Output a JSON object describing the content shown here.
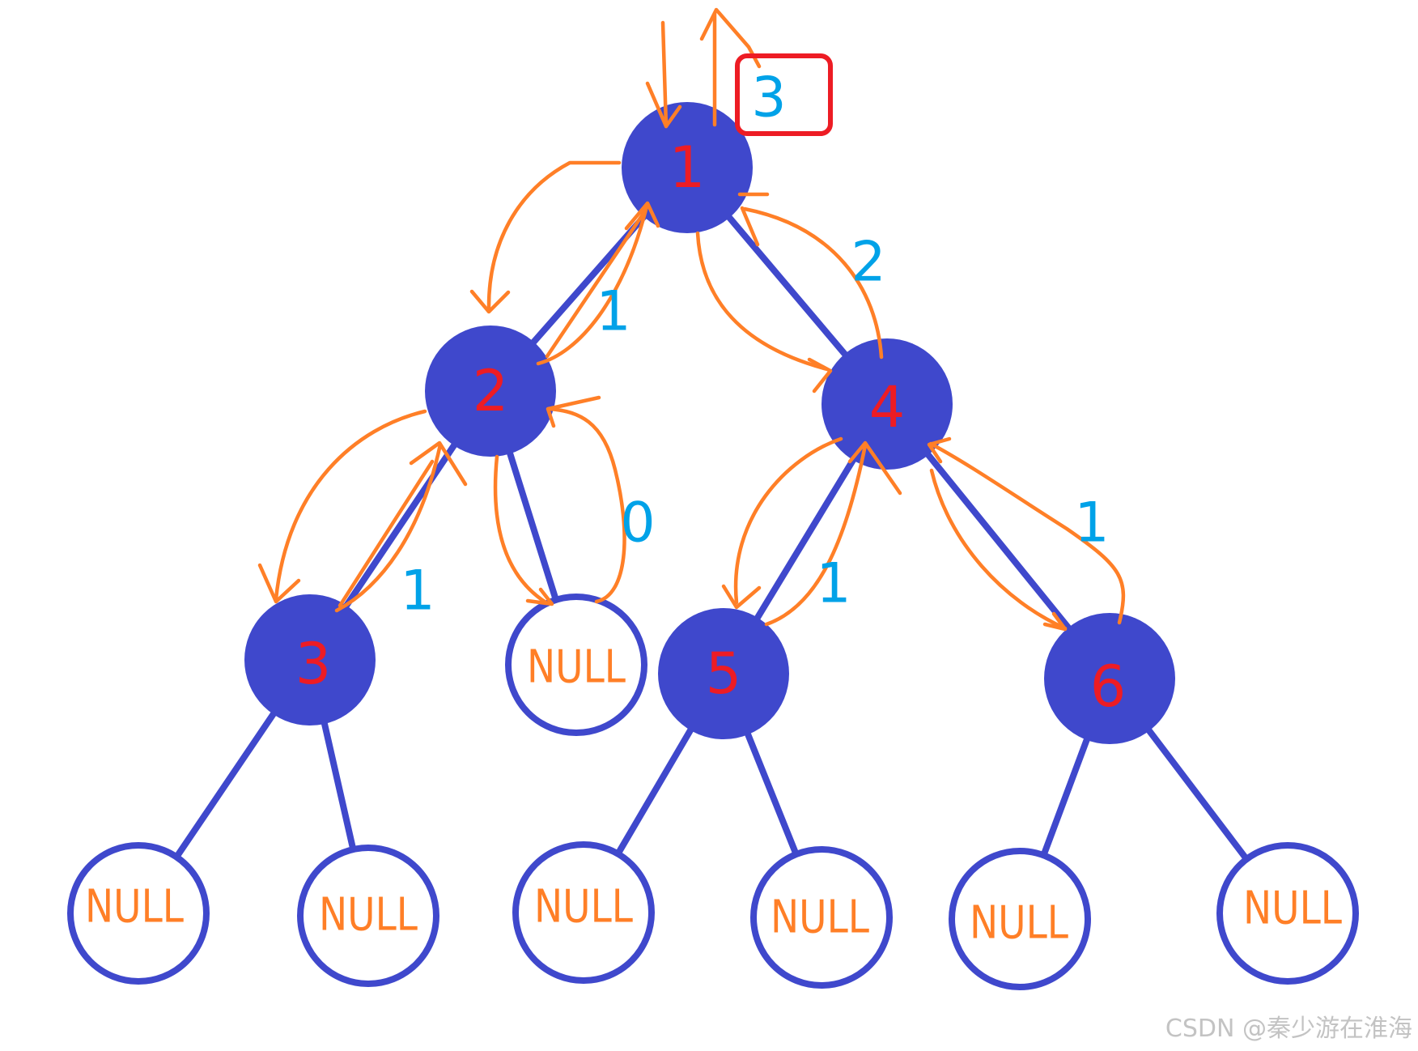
{
  "tree": {
    "nodes": {
      "n1": "1",
      "n2": "2",
      "n3": "3",
      "n4": "4",
      "n5": "5",
      "n6": "6"
    },
    "null_leaves": [
      "NULL",
      "NULL",
      "NULL",
      "NULL",
      "NULL",
      "NULL",
      "NULL"
    ],
    "return_values": {
      "n2_to_n1": "1",
      "n4_to_n1": "2",
      "n3_to_n2": "1",
      "null_to_n2": "0",
      "n5_to_n4": "1",
      "n6_to_n4": "1"
    },
    "root_result": "3"
  },
  "watermark": "CSDN @秦少游在淮海",
  "colors": {
    "node_fill": "#3f48cc",
    "edge": "#3f48cc",
    "node_label": "#ed1c24",
    "null_label": "#ff7f27",
    "arrow": "#ff7f27",
    "return_value": "#00a2e8",
    "result_box": "#ed1c24",
    "watermark": "#c3c3c3"
  }
}
